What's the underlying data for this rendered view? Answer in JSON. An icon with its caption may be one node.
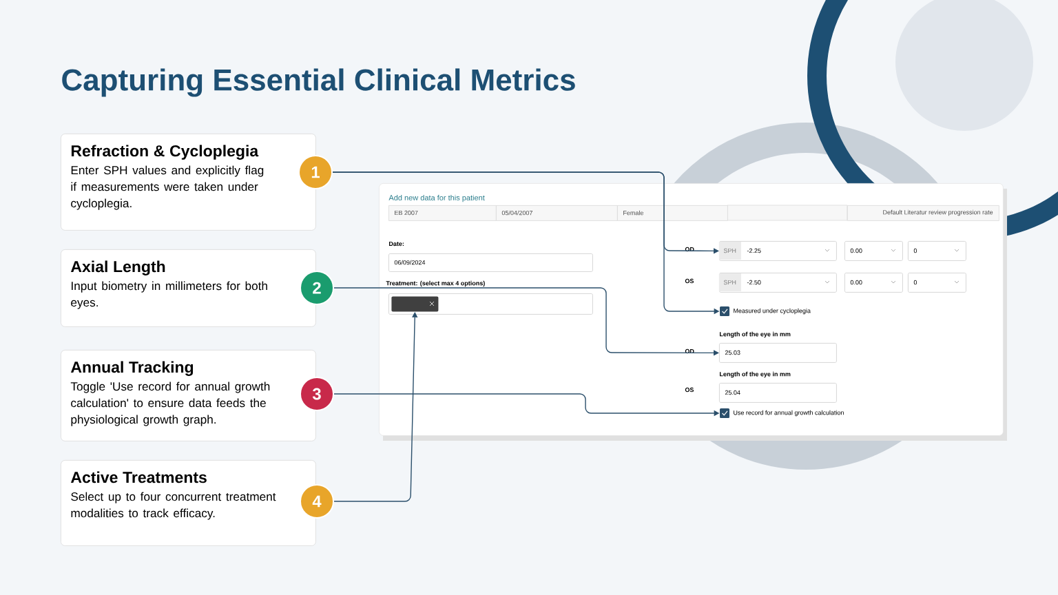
{
  "diagram": {
    "title": "Capturing Essential Clinical Metrics",
    "nodes": [
      {
        "text": [
          "Refraction & Cycloplegia",
          "Enter SPH values and explicitly flag if measurements were taken under cycloplegia."
        ]
      },
      {
        "text": [
          "Axial Length",
          "Input biometry in millimeters for both eyes."
        ]
      },
      {
        "text": [
          "Annual Tracking",
          "Toggle 'Use record for annual growth calculation' to ensure data feeds the physiological growth graph."
        ]
      },
      {
        "text": [
          "Active Treatments",
          "Select up to four concurrent treatment modalities to track efficacy."
        ]
      },
      {
        "text": [
          "1"
        ]
      },
      {
        "text": [
          "2"
        ]
      },
      {
        "text": [
          "3"
        ]
      },
      {
        "text": [
          "4"
        ]
      },
      {
        "text": [
          "Add new data for this patient"
        ]
      },
      {
        "text": [
          "EB 2007"
        ],
        "in": 8
      },
      {
        "text": [
          "05/04/2007"
        ],
        "in": 8
      },
      {
        "text": [
          "Female"
        ],
        "in": 8
      },
      {
        "text": [
          "Default Literatur review progression rate"
        ],
        "in": 8
      },
      {
        "text": [
          "06/09/2024"
        ],
        "in": 8
      },
      {
        "text": [],
        "shape": "box",
        "in": 8
      },
      {
        "text": [],
        "shape": "box",
        "in": 14
      },
      {
        "text": [
          "SPH",
          "-2.25"
        ],
        "in": 8
      },
      {
        "text": [
          "0.00"
        ],
        "in": 8
      },
      {
        "text": [
          "0"
        ],
        "in": 8
      },
      {
        "text": [
          "SPH",
          "-2.50"
        ],
        "in": 8
      },
      {
        "text": [
          "0.00"
        ],
        "in": 8
      },
      {
        "text": [
          "0"
        ],
        "in": 8
      },
      {
        "text": [],
        "shape": "box",
        "in": 8,
        "beside": [
          "Measured under cycloplegia"
        ]
      },
      {
        "text": [
          "25.03"
        ],
        "in": 8
      },
      {
        "text": [
          "25.04"
        ],
        "in": 8
      },
      {
        "text": [],
        "shape": "box",
        "in": 8,
        "beside": [
          "Use record for annual growth calculation"
        ]
      }
    ],
    "edges": [
      {
        "from": 4,
        "to": 16,
        "arrow": "to"
      },
      {
        "from": 4,
        "to": 22,
        "arrow": "to"
      },
      {
        "from": 5,
        "to": 23,
        "arrow": "to"
      },
      {
        "from": 6,
        "to": 25,
        "arrow": "to"
      },
      {
        "from": 7,
        "to": 15,
        "arrow": "to"
      }
    ],
    "labels": [
      "Date:",
      "Treatment: (select max 4 options)",
      "OD",
      "OS",
      "Length of the eye in mm",
      "OD",
      "Length of the eye in mm",
      "OS"
    ]
  }
}
